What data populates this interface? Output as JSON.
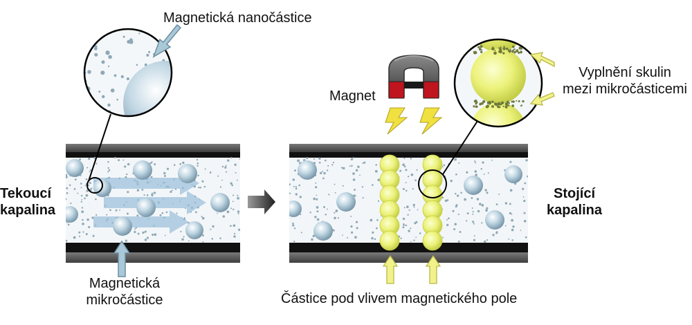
{
  "labels": {
    "nanoparticle": "Magnetická nanočástice",
    "microparticle_line1": "Magnetická",
    "microparticle_line2": "mikročástice",
    "flowing_line1": "Tekoucí",
    "flowing_line2": "kapalina",
    "standing_line1": "Stojící",
    "standing_line2": "kapalina",
    "magnet": "Magnet",
    "gap_fill_line1": "Vyplnění skulin",
    "gap_fill_line2": "mezi mikročásticemi",
    "field_particles": "Částice pod vlivem magnetického pole"
  },
  "colors": {
    "fluid_particle": "#a9c8d8",
    "chain_particle": "#e8f26a",
    "plate": "#555555",
    "pole_red": "#c0141e",
    "field_arrow": "#f2f28a",
    "flow_arrow": "#9fc3dc"
  }
}
